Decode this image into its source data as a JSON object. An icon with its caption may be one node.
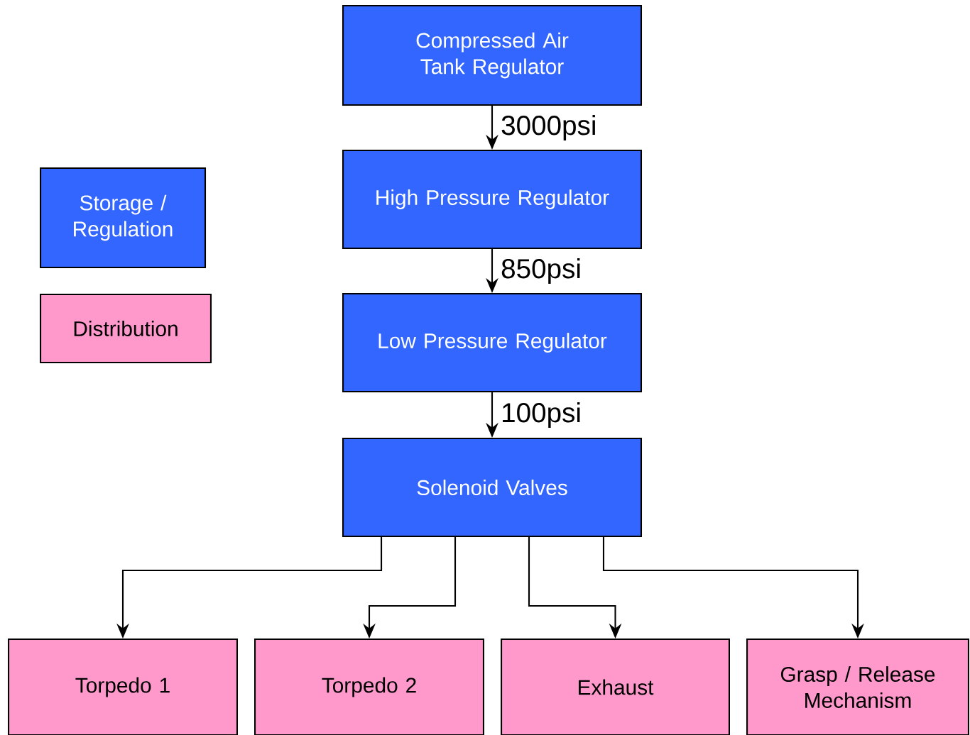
{
  "diagram": {
    "nodes": [
      {
        "text": [
          "Compressed Air Tank Regulator"
        ]
      },
      {
        "text": [
          "High Pressure Regulator"
        ]
      },
      {
        "text": [
          "Low Pressure Regulator"
        ]
      },
      {
        "text": [
          "Solenoid Valves"
        ]
      },
      {
        "text": [
          "Torpedo 1"
        ]
      },
      {
        "text": [
          "Torpedo 2"
        ]
      },
      {
        "text": [
          "Exhaust"
        ]
      },
      {
        "text": [
          "Grasp / Release Mechanism"
        ]
      }
    ],
    "edges": [
      {
        "from": 0,
        "to": 1,
        "arrow": "to",
        "label": "3000psi"
      },
      {
        "from": 1,
        "to": 2,
        "arrow": "to",
        "label": "850psi"
      },
      {
        "from": 2,
        "to": 3,
        "arrow": "to",
        "label": "100psi"
      },
      {
        "from": 3,
        "to": 4,
        "arrow": "to"
      },
      {
        "from": 3,
        "to": 5,
        "arrow": "to"
      },
      {
        "from": 3,
        "to": 6,
        "arrow": "to"
      },
      {
        "from": 3,
        "to": 7,
        "arrow": "to"
      }
    ],
    "legend": [
      {
        "text": "Storage / Regulation",
        "color": "#3366ff"
      },
      {
        "text": "Distribution",
        "color": "#ff99cc"
      }
    ]
  }
}
